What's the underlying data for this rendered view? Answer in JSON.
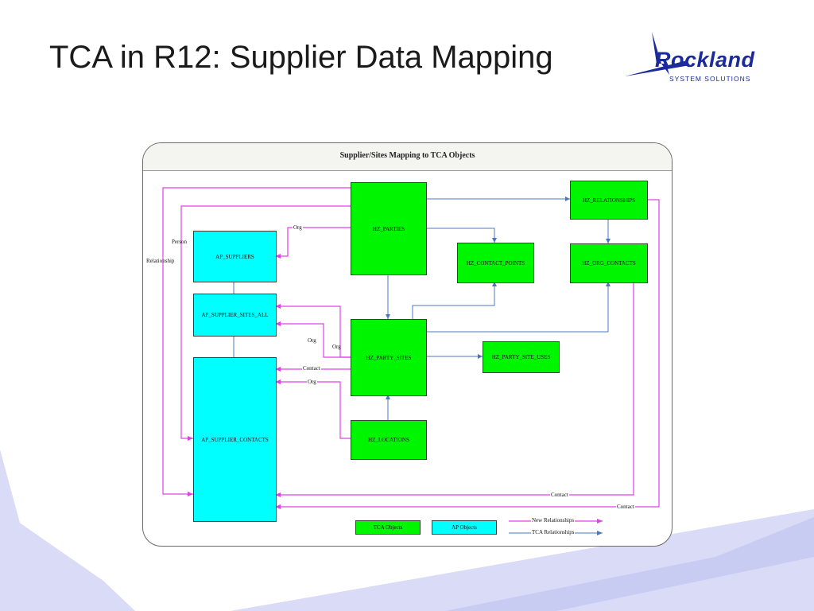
{
  "slide": {
    "title": "TCA in R12: Supplier Data Mapping"
  },
  "logo": {
    "name": "Rockland",
    "tagline": "SYSTEM SOLUTIONS"
  },
  "diagram": {
    "title": "Supplier/Sites Mapping to TCA Objects",
    "entities": {
      "hz_parties": "HZ_PARTIES",
      "hz_relationships": "HZ_RELATIONSHIPS",
      "hz_contact_points": "HZ_CONTACT_POINTS",
      "hz_org_contacts": "HZ_ORG_CONTACTS",
      "hz_party_sites": "HZ_PARTY_SITES",
      "hz_party_site_uses": "HZ_PARTY_SITE_USES",
      "hz_locations": "HZ_LOCATIONS",
      "ap_suppliers": "AP_SUPPLIERS",
      "ap_supplier_sites_all": "AP_SUPPLIER_SITES_ALL",
      "ap_supplier_contacts": "AP_SUPPLIER_CONTACTS"
    },
    "labels": {
      "person": "Person",
      "relationship": "Relationship",
      "org_suppliers": "Org",
      "org_sites_1": "Org",
      "org_sites_2": "Org",
      "contact_mid": "Contact",
      "org_contacts": "Org",
      "contact_bottom_1": "Contact",
      "contact_bottom_2": "Contact"
    },
    "legend": {
      "tca_objects": "TCA Objects",
      "ap_objects": "AP Objects",
      "new_relationships": "New Relationships",
      "tca_relationships": "TCA Relationships"
    },
    "colors": {
      "tca_fill": "#00f500",
      "ap_fill": "#00ffff",
      "new_relationship_line": "#e040e8",
      "tca_relationship_line": "#4a78c0"
    }
  }
}
